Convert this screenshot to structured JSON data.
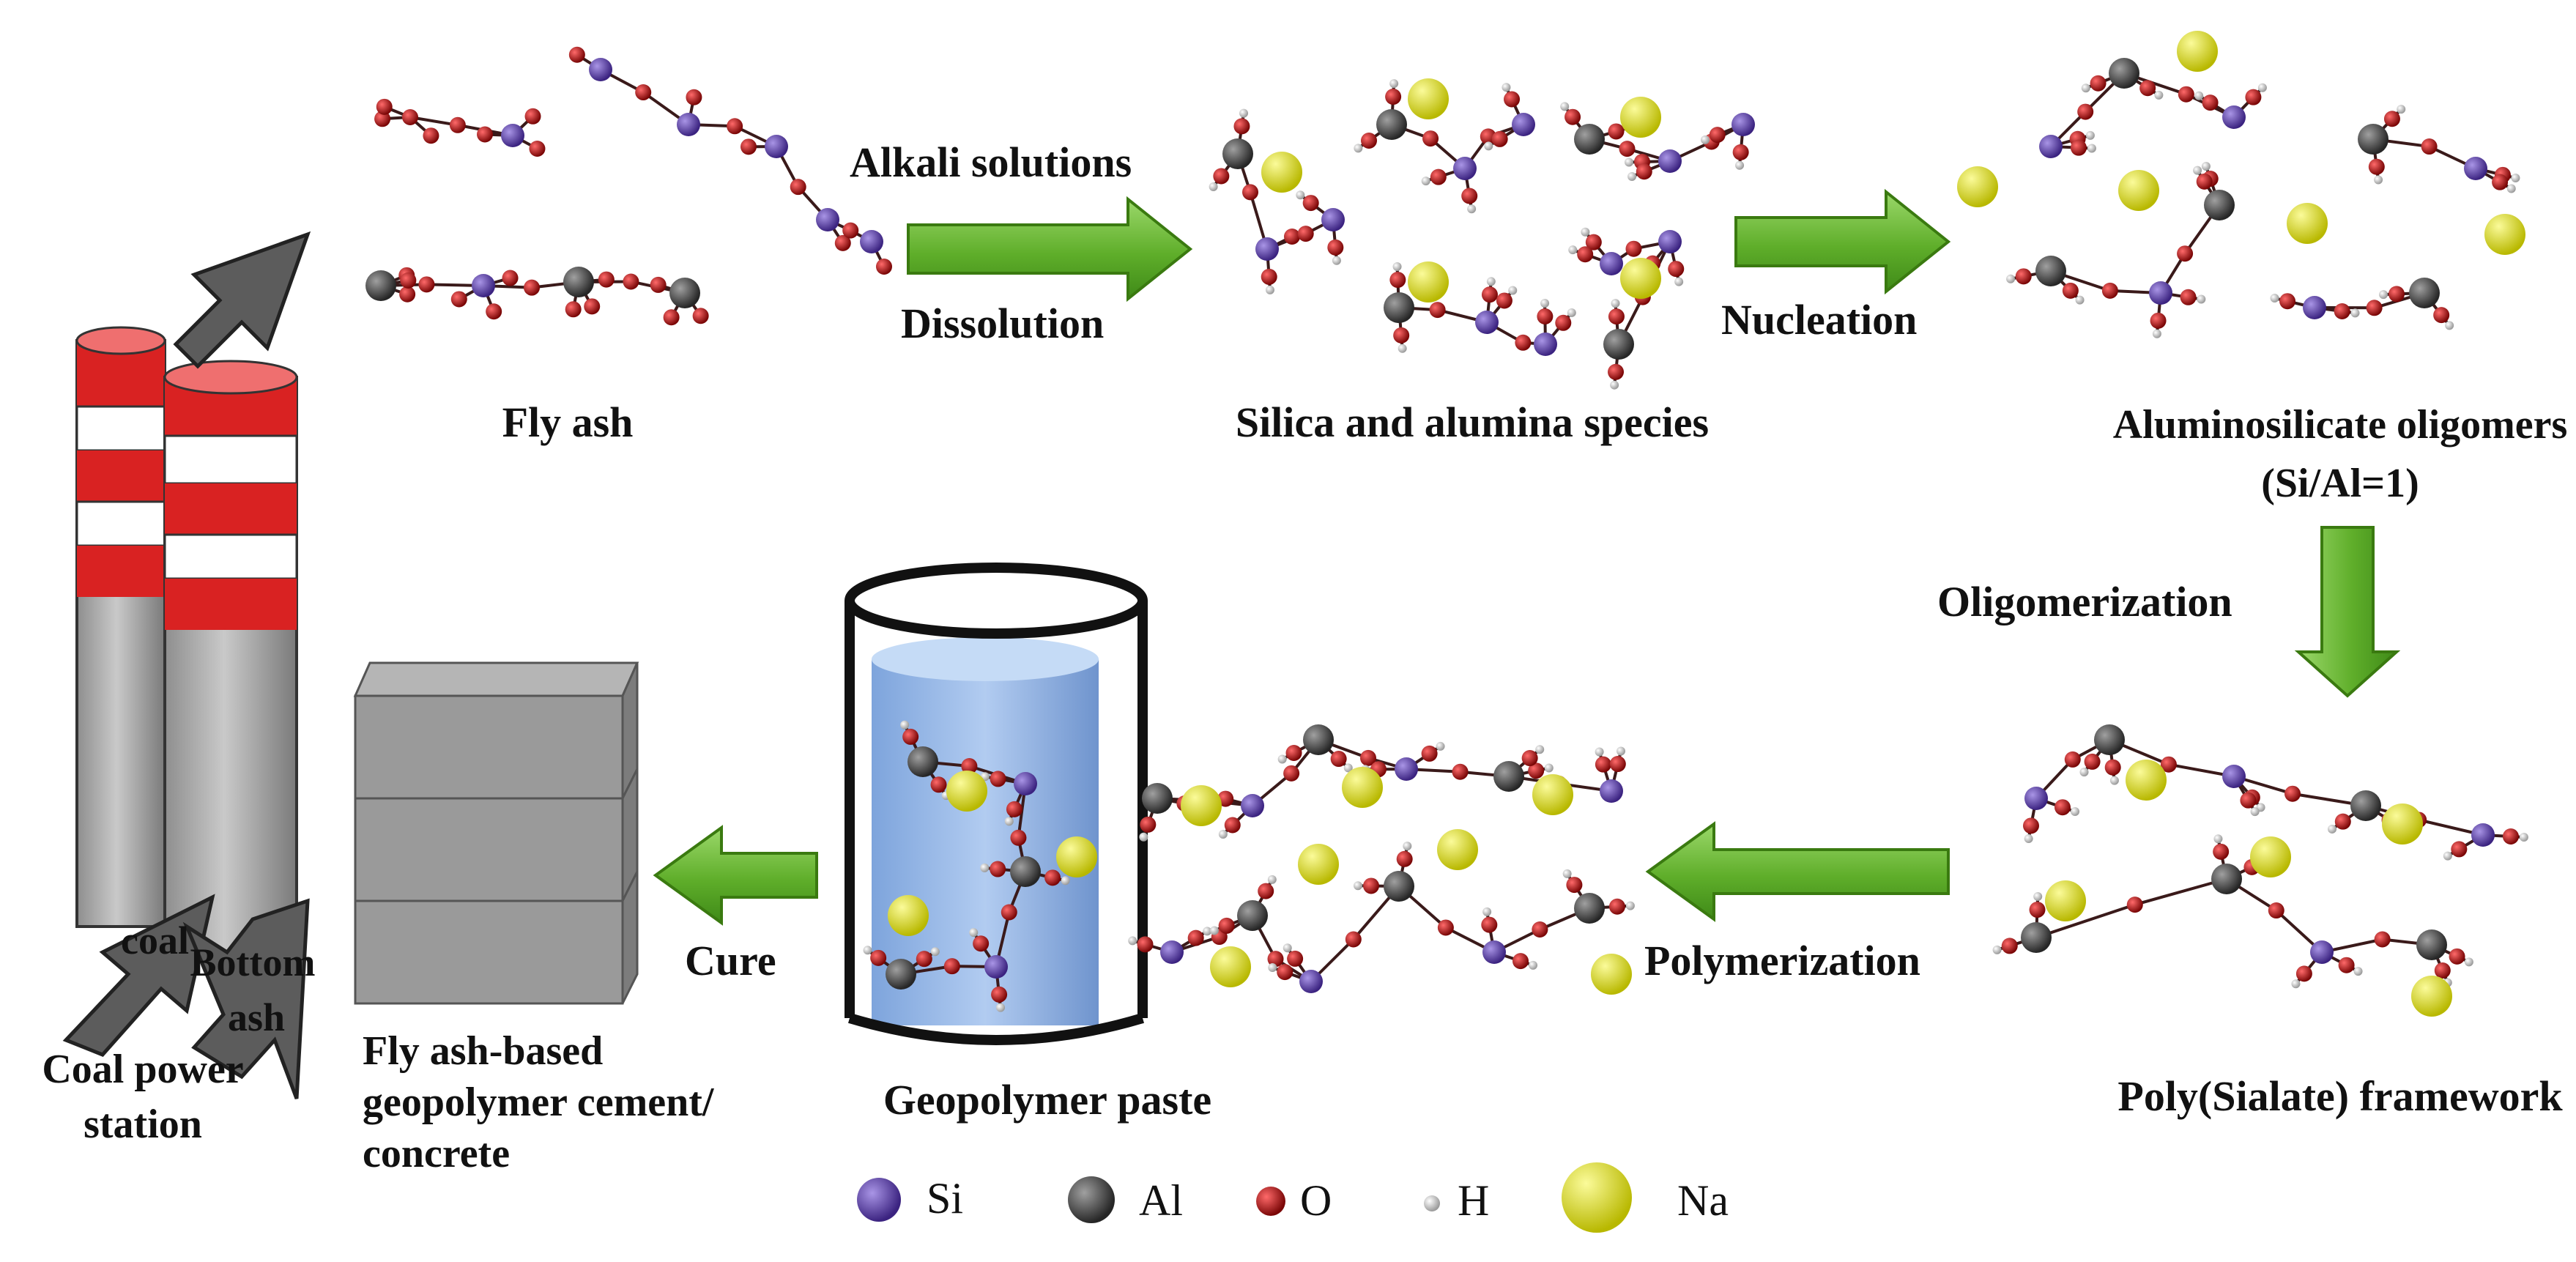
{
  "labels": {
    "fly_ash": "Fly ash",
    "silica_alumina": "Silica and alumina species",
    "aluminosilicate_line1": "Aluminosilicate oligomers",
    "aluminosilicate_line2": "(Si/Al=1)",
    "poly_sialate": "Poly(Sialate) framework",
    "geopolymer_paste": "Geopolymer paste",
    "cement_line1": "Fly ash-based",
    "cement_line2": "geopolymer cement/",
    "cement_line3": "concrete",
    "coal_power_line1": "Coal power",
    "coal_power_line2": "station",
    "coal": "coal",
    "bottom_ash_line1": "Bottom",
    "bottom_ash_line2": "ash"
  },
  "steps": {
    "alkali": "Alkali solutions",
    "dissolution": "Dissolution",
    "nucleation": "Nucleation",
    "oligomerization": "Oligomerization",
    "polymerization": "Polymerization",
    "cure": "Cure"
  },
  "legend": [
    {
      "symbol": "Si",
      "color": "#5a3fa0"
    },
    {
      "symbol": "Al",
      "color": "#555555"
    },
    {
      "symbol": "O",
      "color": "#b01818"
    },
    {
      "symbol": "H",
      "color": "#e8e8e8"
    },
    {
      "symbol": "Na",
      "color": "#e2e21c"
    }
  ],
  "colors": {
    "arrow_green": "#66b22e",
    "bond": "#3a1a1a",
    "stack_red": "#d92222",
    "stack_gray": "#a9a9a9",
    "beaker_fill": "#7aa6e0"
  }
}
